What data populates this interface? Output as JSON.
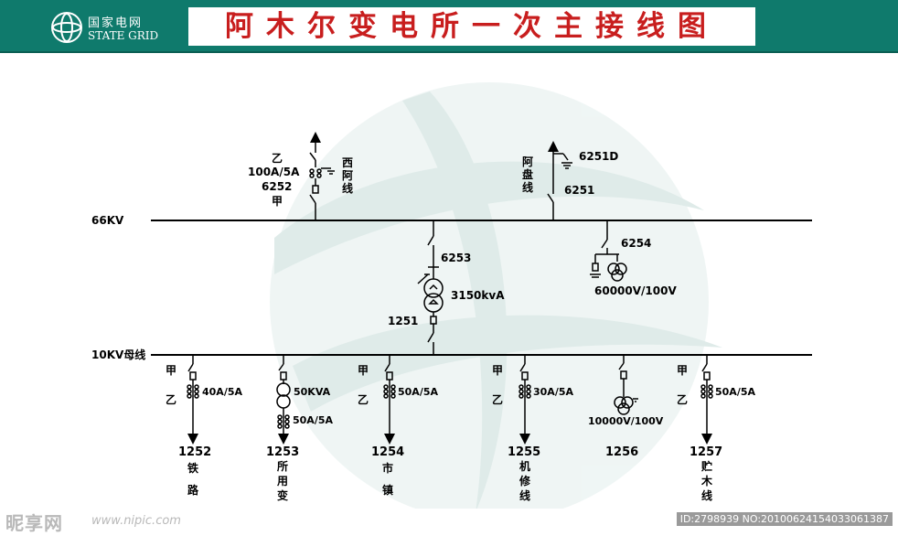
{
  "header": {
    "logo_cn": "国家电网",
    "logo_en": "STATE GRID",
    "title": "阿木尔变电所一次主接线图"
  },
  "colors": {
    "header_bg": "#0f7a6c",
    "title_red": "#c81e1e",
    "watermark": "#cfe0de"
  },
  "bus_66kv": {
    "label": "66KV",
    "feeder_xi": {
      "top": "乙",
      "ct": "100A/5A",
      "number": "6252",
      "bottom": "甲",
      "name": [
        "西",
        "阿",
        "线"
      ]
    },
    "feeder_apan": {
      "name": [
        "阿",
        "盘",
        "线"
      ],
      "ground_switch": "6251D",
      "number": "6251"
    },
    "pt": {
      "number": "6254",
      "ratio": "60000V/100V"
    }
  },
  "transformer": {
    "switch_hv": "6253",
    "capacity": "3150kvA",
    "switch_lv": "1251"
  },
  "bus_10kv": {
    "label": "10KV母线",
    "feeders": [
      {
        "top": "甲",
        "bottom": "乙",
        "ct": "40A/5A",
        "number": "1252",
        "name": [
          "铁",
          "路"
        ]
      },
      {
        "tx": "50KVA",
        "ct": "50A/5A",
        "number": "1253",
        "name": [
          "所",
          "用",
          "变"
        ]
      },
      {
        "top": "甲",
        "bottom": "乙",
        "ct": "50A/5A",
        "number": "1254",
        "name": [
          "市",
          "镇"
        ]
      },
      {
        "top": "甲",
        "bottom": "乙",
        "ct": "30A/5A",
        "number": "1255",
        "name": [
          "机",
          "修",
          "线"
        ]
      },
      {
        "pt": "10000V/100V",
        "number": "1256"
      },
      {
        "top": "甲",
        "bottom": "乙",
        "ct": "50A/5A",
        "number": "1257",
        "name": [
          "贮",
          "木",
          "线"
        ]
      }
    ]
  },
  "footer": {
    "site": "昵享网",
    "url": "www.nipic.com",
    "id": "ID:2798939 NO:20100624154033061387"
  }
}
